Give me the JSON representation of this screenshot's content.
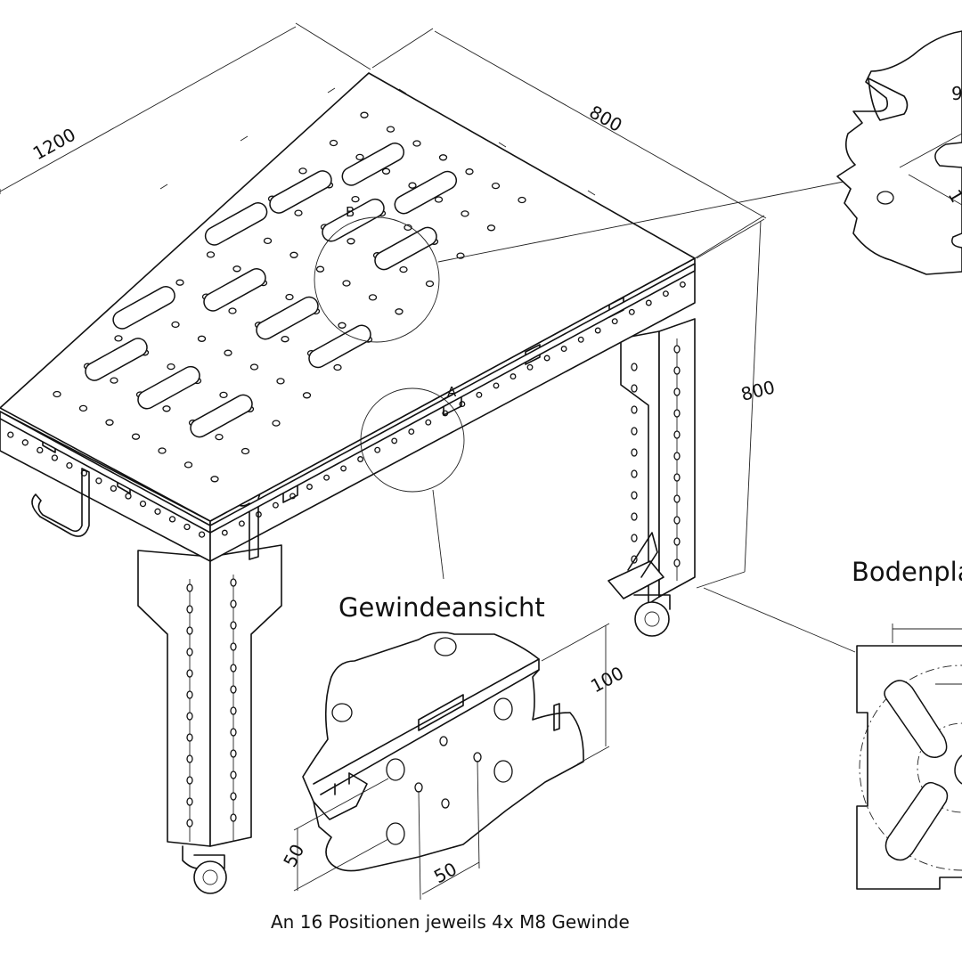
{
  "dimensions": {
    "table_length": "1200",
    "table_width": "800",
    "table_height": "800",
    "thread_spacing_vertical": "100",
    "thread_spacing_a": "50",
    "thread_spacing_b": "50"
  },
  "labels": {
    "detail_b": "B",
    "detail_a": "A",
    "thread_view_title": "Gewindeansicht",
    "base_plate_title": "Bodenpla",
    "thread_note": "An 16 Positionen jeweils 4x M8 Gewinde",
    "detail_b_partial_1": "9",
    "detail_b_partial_2": "1"
  }
}
